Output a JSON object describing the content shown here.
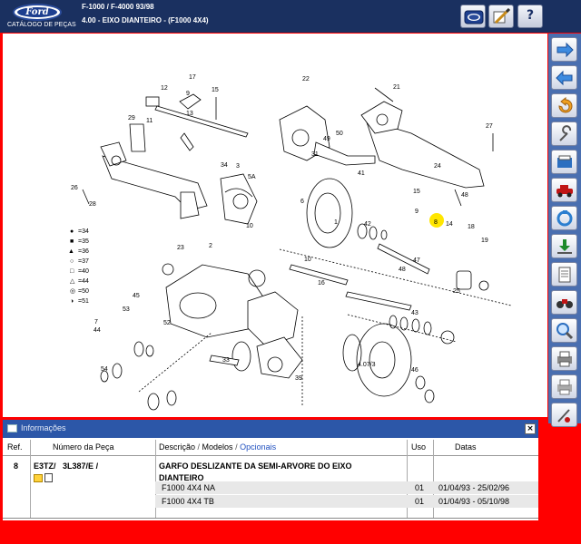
{
  "header": {
    "logo_word": "Ford",
    "logo_caption": "CATÁLOGO DE PEÇAS",
    "title_line1": "F-1000 / F-4000 93/98",
    "title_line2": "4.00 - EIXO DIANTEIRO - (F1000 4X4)",
    "help_label": "?"
  },
  "toolbar": {
    "buttons": [
      "arrow-right-icon",
      "arrow-left-icon",
      "undo-icon",
      "tools-icon",
      "book-icon",
      "vehicle-icon",
      "refresh-icon",
      "download-icon",
      "document-icon",
      "binoculars-icon",
      "zoom-icon",
      "printer-icon",
      "printer2-icon",
      "edit-tools-icon"
    ]
  },
  "diagram": {
    "labels": [
      "17",
      "12",
      "9",
      "13",
      "15",
      "22",
      "21",
      "27",
      "29",
      "11",
      "50",
      "49",
      "34",
      "28",
      "31",
      "24",
      "26",
      "48",
      "3",
      "5A",
      "6",
      "10",
      "41",
      "15",
      "9",
      "8",
      "14",
      "18",
      "19",
      "1",
      "42",
      "2",
      "23",
      "10",
      "16",
      "47",
      "48",
      "25",
      "45",
      "53",
      "52",
      "43",
      "54",
      "7",
      "44",
      "33",
      "39",
      "46",
      "4.07/3"
    ],
    "legend": [
      {
        "symbol": "●",
        "value": "=34"
      },
      {
        "symbol": "■",
        "value": "=35"
      },
      {
        "symbol": "▲",
        "value": "=36"
      },
      {
        "symbol": "○",
        "value": "=37"
      },
      {
        "symbol": "□",
        "value": "=40"
      },
      {
        "symbol": "△",
        "value": "=44"
      },
      {
        "symbol": "◎",
        "value": "=50"
      },
      {
        "symbol": "◑",
        "value": "=51"
      }
    ]
  },
  "info": {
    "title": "Informações",
    "close_label": "×",
    "columns": {
      "ref": "Ref.",
      "part": "Número da Peça",
      "desc_a": "Descrição",
      "desc_sep1": " / ",
      "desc_b": "Modelos",
      "desc_sep2": " / ",
      "desc_c": "Opcionais",
      "use": "Uso",
      "dates": "Datas"
    },
    "row": {
      "ref": "8",
      "part_prefix": "E3TZ/",
      "part_middle": "3L387/E",
      "part_suffix": "/",
      "desc_line1": "GARFO DESLIZANTE DA SEMI-ARVORE DO EIXO",
      "desc_line2": "DIANTEIRO",
      "models": [
        {
          "name": "F1000 4X4 NA",
          "use": "01",
          "dates": "01/04/93 - 25/02/96"
        },
        {
          "name": "F1000 4X4 TB",
          "use": "01",
          "dates": "01/04/93 - 05/10/98"
        }
      ]
    }
  },
  "colors": {
    "header_bg": "#1a3060",
    "toolbar_bg": "#4a6fb0",
    "info_title_bg": "#2c57a8",
    "frame_bg": "#ff0000",
    "highlight": "#ffe600",
    "opcionais": "#1f4fbf"
  }
}
